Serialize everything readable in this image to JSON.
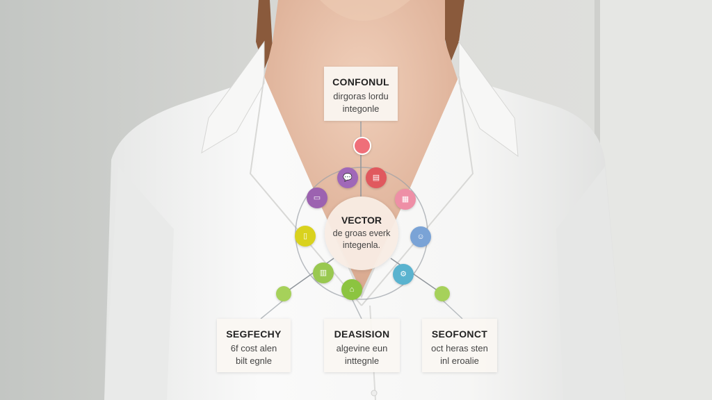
{
  "photo": {
    "subject": "woman in white collared shirt",
    "colors": {
      "shirt": "#f4f4f2",
      "skin": "#e8c3aa",
      "background": "#d6d7d4",
      "wall_right": "#e4e4e1"
    }
  },
  "diagram": {
    "top_card": {
      "title": "CONFONUL",
      "line1": "dirgoras lordu",
      "line2": "integonle"
    },
    "center": {
      "title": "VECTOR",
      "line1": "de groas everk",
      "line2": "integenla."
    },
    "bottom_left_card": {
      "title": "SEGFECHY",
      "line1": "6f cost alen",
      "line2": "bilt egnle"
    },
    "bottom_mid_card": {
      "title": "DEASISION",
      "line1": "algevine eun",
      "line2": "inttegnle"
    },
    "bottom_right_card": {
      "title": "SEOFONCT",
      "line1": "oct heras sten",
      "line2": "inl eroalie"
    },
    "node_colors": {
      "top_dot": "#ef6f79",
      "purple_a": "#a068b8",
      "red": "#e0595e",
      "purple_b": "#9c62b0",
      "pink": "#ee8fa6",
      "yellow": "#d9d21e",
      "blue": "#7aa3d6",
      "green_a": "#99c850",
      "teal": "#5ab3cf",
      "green_b": "#8cc440",
      "green_dot_left": "#a6d15a",
      "green_dot_right": "#a6d15a"
    },
    "icons": [
      "chat-icon",
      "document-icon",
      "monitor-icon",
      "grid-icon",
      "phone-icon",
      "people-icon",
      "chart-icon",
      "gear-icon",
      "chart-up-icon",
      "upload-icon"
    ]
  }
}
